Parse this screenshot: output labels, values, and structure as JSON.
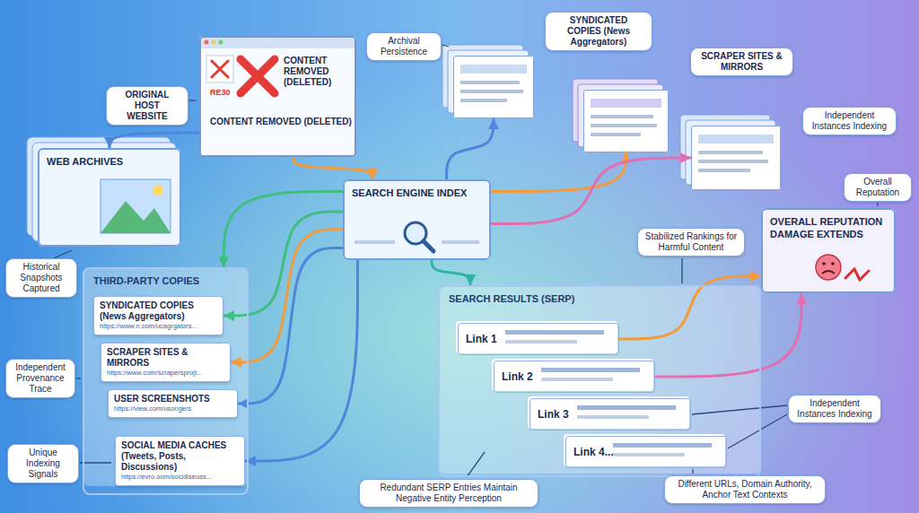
{
  "diagram": {
    "nodes": [
      {
        "text": [
          "CONTENT REMOVED (DELETED)",
          "CONTENT REMOVED (DELETED)",
          "RE30"
        ]
      },
      {
        "text": [
          "WEB ARCHIVES"
        ]
      },
      {
        "text": [
          "SEARCH ENGINE INDEX"
        ]
      },
      {
        "text": [
          "SYNDICATED COPIES (News Aggregators)"
        ]
      },
      {
        "text": [
          "SCRAPER SITES & MIRRORS"
        ]
      },
      {
        "text": [
          "Independent Instances Indexing"
        ]
      },
      {
        "text": [
          "OVERALL REPUTATION DAMAGE EXTENDS"
        ]
      },
      {
        "text": [
          "THIRD-PARTY COPIES"
        ]
      },
      {
        "text": [
          "SYNDICATED COPIES (News Aggregators)",
          "https://www.n.com/ucagrgators..."
        ],
        "in": 7
      },
      {
        "text": [
          "SCRAPER SITES & MIRRORS",
          "https://www.com/scrapersprojt..."
        ],
        "in": 7
      },
      {
        "text": [
          "USER SCREENSHOTS",
          "https://view.com/usongers"
        ],
        "in": 7
      },
      {
        "text": [
          "SOCIAL MEDIA CACHES (Tweets, Posts, Discussions)",
          "https://evro.oom/socidiseuss..."
        ],
        "in": 7
      },
      {
        "text": [
          "SEARCH RESULTS (SERP)"
        ]
      },
      {
        "text": [
          "Link 1"
        ],
        "in": 12
      },
      {
        "text": [
          "Link 2"
        ],
        "in": 12
      },
      {
        "text": [
          "Link 3"
        ],
        "in": 12
      },
      {
        "text": [
          "Link 4..."
        ],
        "in": 12
      }
    ],
    "edges": [
      {
        "from": 0,
        "to": 2,
        "arrow": "to"
      },
      {
        "from": 0,
        "to": 1,
        "arrow": "to"
      },
      {
        "from": 2,
        "to": 3,
        "arrow": "to"
      },
      {
        "from": 2,
        "to": 4,
        "arrow": "to"
      },
      {
        "from": 2,
        "to": 5,
        "arrow": "to"
      },
      {
        "from": 2,
        "to": 7,
        "arrow": "to"
      },
      {
        "from": 2,
        "to": 8,
        "arrow": "to"
      },
      {
        "from": 2,
        "to": 9,
        "arrow": "to"
      },
      {
        "from": 2,
        "to": 10,
        "arrow": "to"
      },
      {
        "from": 2,
        "to": 11,
        "arrow": "to"
      },
      {
        "from": 2,
        "to": 12,
        "arrow": "to"
      },
      {
        "from": 13,
        "to": 6,
        "arrow": "to"
      },
      {
        "from": 14,
        "to": 6,
        "arrow": "to"
      }
    ],
    "labels": [
      "ORIGINAL HOST WEBSITE",
      "Archival Persistence",
      "Historical Snapshots Captured",
      "Independent Provenance Trace",
      "Unique Indexing Signals",
      "Stabilized Rankings for Harmful Content",
      "Overall Reputation",
      "Independent Instances Indexing",
      "Redundant SERP Entries Maintain Negative Entity Perception",
      "Different URLs, Domain Authority, Anchor Text Contexts"
    ]
  }
}
